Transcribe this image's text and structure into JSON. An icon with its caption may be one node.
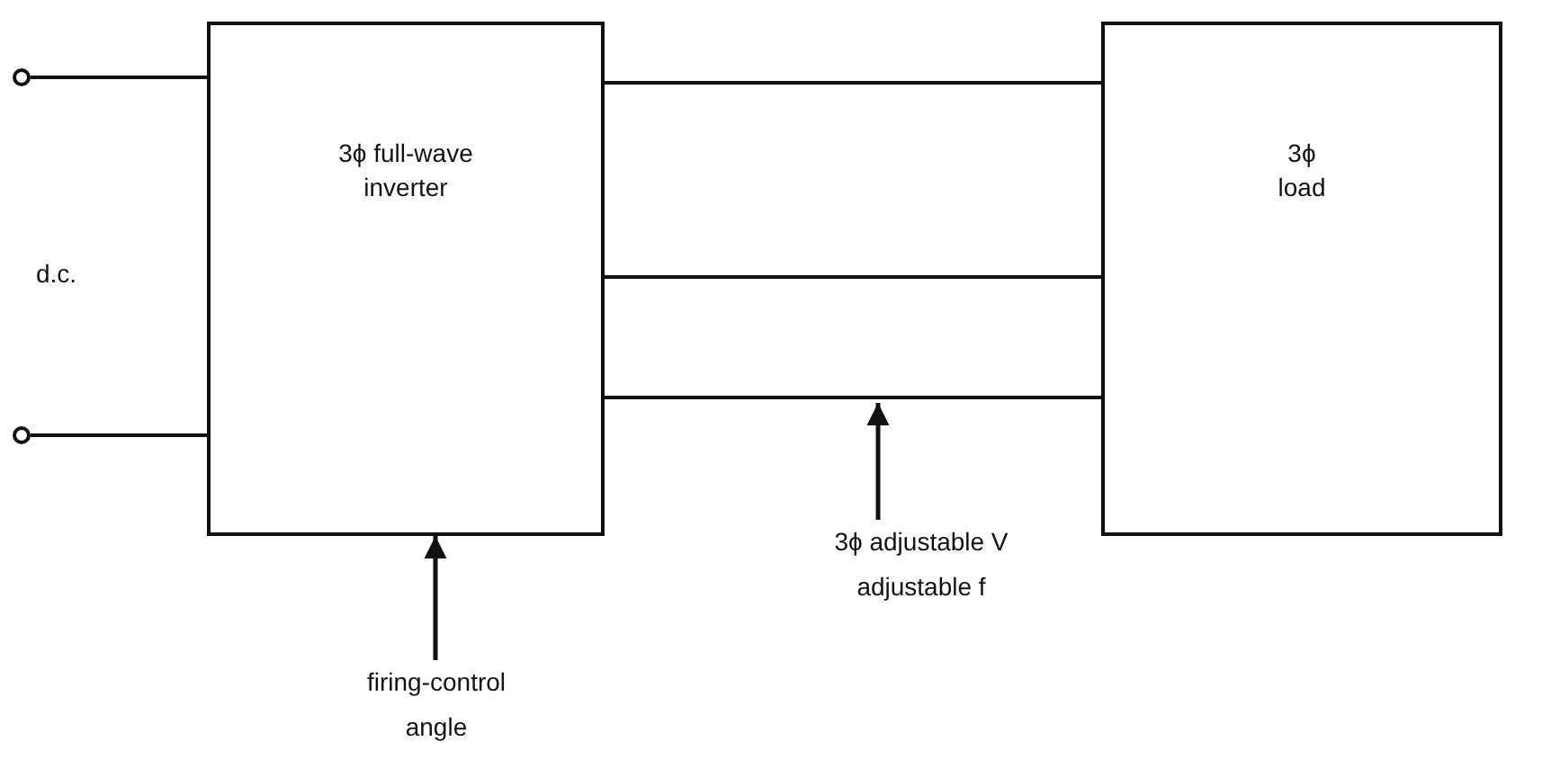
{
  "diagram": {
    "nodes": [
      {
        "text": [
          "3ϕ full-wave inverter"
        ]
      },
      {
        "text": [
          "3ϕ load"
        ]
      },
      {
        "text": [],
        "shape": "circle"
      },
      {
        "text": [],
        "shape": "circle"
      },
      {
        "text": [
          "firing-control angle"
        ]
      },
      {
        "text": [
          "3ϕ adjustable V adjustable f"
        ]
      }
    ],
    "edges": [
      {
        "from": 2,
        "to": 0,
        "arrow": "none"
      },
      {
        "from": 3,
        "to": 0,
        "arrow": "none"
      },
      {
        "from": 0,
        "to": 1,
        "arrow": "none"
      },
      {
        "from": 0,
        "to": 1,
        "arrow": "none"
      },
      {
        "from": 0,
        "to": 1,
        "arrow": "none"
      },
      {
        "from": 4,
        "to": 0,
        "arrow": "to"
      },
      {
        "from": 5,
        "to": null,
        "arrow": "to"
      }
    ],
    "labels": [
      "d.c."
    ]
  }
}
